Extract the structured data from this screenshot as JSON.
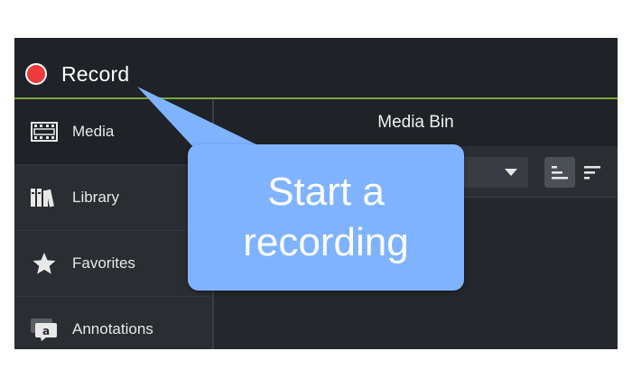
{
  "topbar": {
    "record_label": "Record"
  },
  "sidebar": {
    "items": [
      {
        "label": "Media",
        "icon": "film-icon"
      },
      {
        "label": "Library",
        "icon": "books-icon"
      },
      {
        "label": "Favorites",
        "icon": "star-icon"
      },
      {
        "label": "Annotations",
        "icon": "annotation-icon"
      }
    ]
  },
  "main": {
    "title": "Media Bin"
  },
  "callout": {
    "line1": "Start a",
    "line2": "recording"
  },
  "colors": {
    "record_dot": "#ef3b3b",
    "accent_line": "#79a63a",
    "callout": "#7fb3ff"
  }
}
